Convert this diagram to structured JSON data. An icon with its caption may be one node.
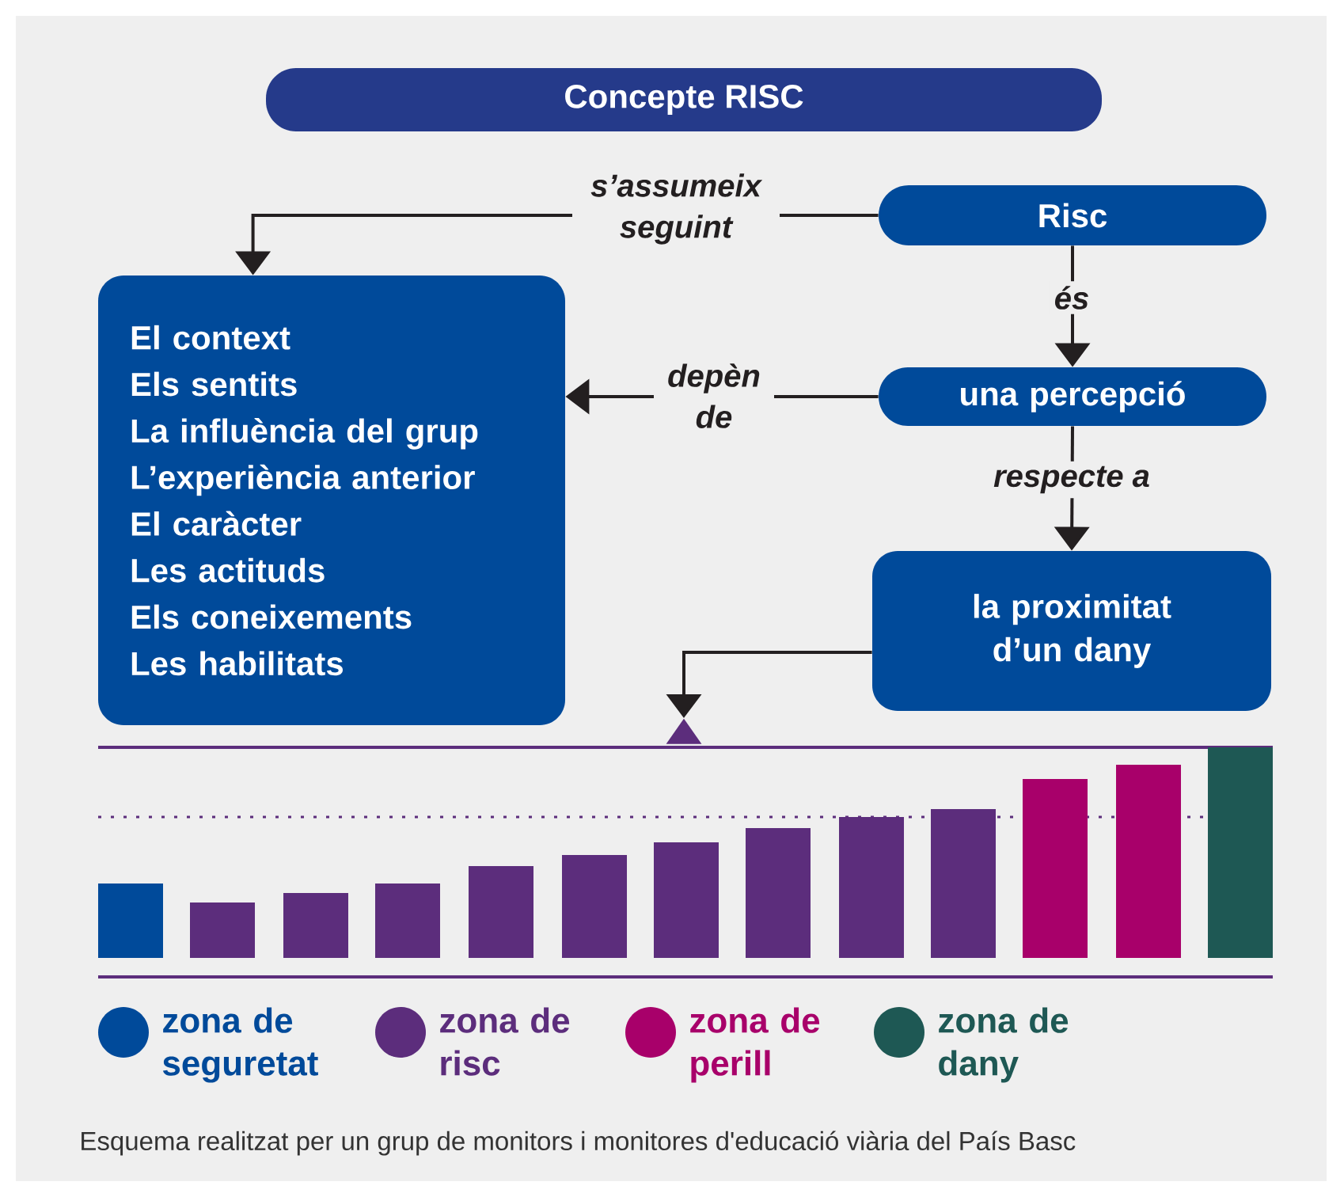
{
  "diagram": {
    "title": "Concepte RISC",
    "nodes": [
      {
        "text": [
          "El context",
          "Els sentits",
          "La influència del grup",
          "L’experiència anterior",
          "El caràcter",
          "Les actituds",
          "Els coneixements",
          "Les habilitats"
        ]
      },
      {
        "text": [
          "Risc"
        ]
      },
      {
        "text": [
          "una percepció"
        ]
      },
      {
        "text": [
          "la proximitat d’un dany"
        ]
      },
      {
        "text": [],
        "shape": "triangle"
      }
    ],
    "edges": [
      {
        "from": 1,
        "to": 0,
        "arrow": "to",
        "label": "s’assumeix seguint"
      },
      {
        "from": 1,
        "to": 2,
        "arrow": "to",
        "label": "és"
      },
      {
        "from": 2,
        "to": 0,
        "arrow": "to",
        "label": "depèn de"
      },
      {
        "from": 2,
        "to": 3,
        "arrow": "to",
        "label": "respecte a"
      },
      {
        "from": 3,
        "to": 4,
        "arrow": "to"
      }
    ],
    "legend": [
      {
        "text": "zona de seguretat",
        "color": "#004a9a"
      },
      {
        "text": "zona de risc",
        "color": "#5c2d7c"
      },
      {
        "text": "zona de perill",
        "color": "#a8006a"
      },
      {
        "text": "zona de dany",
        "color": "#1e5854"
      }
    ],
    "caption": "Esquema realitzat per un grup de monitors i monitores d'educació viària del País Basc"
  }
}
